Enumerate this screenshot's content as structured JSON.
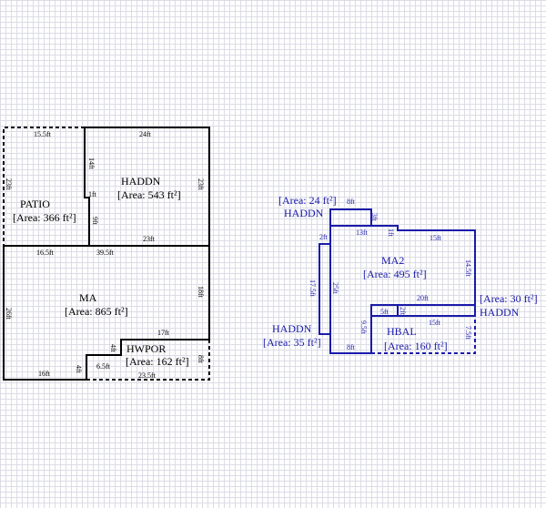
{
  "colors": {
    "left_plan": "#000000",
    "right_plan": "#1a1aaa"
  },
  "left_plan": {
    "rooms": [
      {
        "name": "PATIO",
        "area": "[Area: 366 ft²]"
      },
      {
        "name": "HADDN",
        "area": "[Area: 543 ft²]"
      },
      {
        "name": "MA",
        "area": "[Area: 865 ft²]"
      },
      {
        "name": "HWPOR",
        "area": "[Area: 162 ft²]"
      }
    ],
    "dims": [
      "15.5ft",
      "24ft",
      "14ft",
      "23ft",
      "1ft",
      "23ft",
      "9ft",
      "23ft",
      "16.5ft",
      "39.5ft",
      "18ft",
      "26ft",
      "17ft",
      "4ft",
      "4ft",
      "6.5ft",
      "16ft",
      "23.5ft",
      "8ft"
    ]
  },
  "right_plan": {
    "rooms": [
      {
        "name": "HADDN",
        "area": "[Area: 24 ft²]"
      },
      {
        "name": "MA2",
        "area": "[Area: 495 ft²]"
      },
      {
        "name": "HADDN",
        "area": "[Area: 30 ft²]"
      },
      {
        "name": "HADDN",
        "area": "[Area: 35 ft²]"
      },
      {
        "name": "HBAL",
        "area": "[Area: 160 ft²]"
      }
    ],
    "dims": [
      "8ft",
      "3ft",
      "13ft",
      "1ft",
      "15ft",
      "2ft",
      "14.5ft",
      "17.5ft",
      "25ft",
      "20ft",
      "5ft",
      "2ft",
      "15ft",
      "9.5ft",
      "7.5ft",
      "8ft"
    ]
  }
}
